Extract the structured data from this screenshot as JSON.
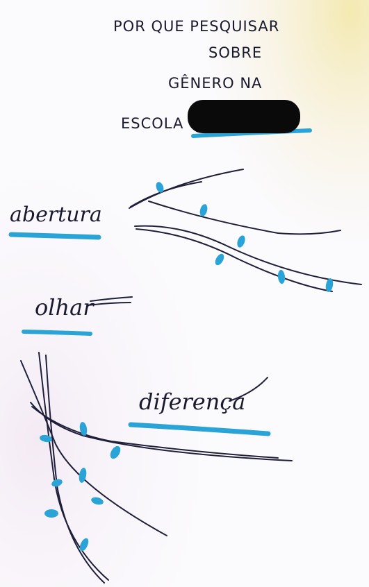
{
  "title": {
    "line1": "POR QUE PESQUISAR",
    "line2": "SOBRE",
    "line3": "GÊNERO NA",
    "line4": "ESCOLA"
  },
  "words": {
    "abertura": "abertura",
    "olhar": "olhar",
    "diferenca": "diferença"
  },
  "colors": {
    "ink": "#1a1a2e",
    "marker": "#2aa3d6",
    "paper": "#fbfafd",
    "redaction": "#0a0a0a"
  }
}
